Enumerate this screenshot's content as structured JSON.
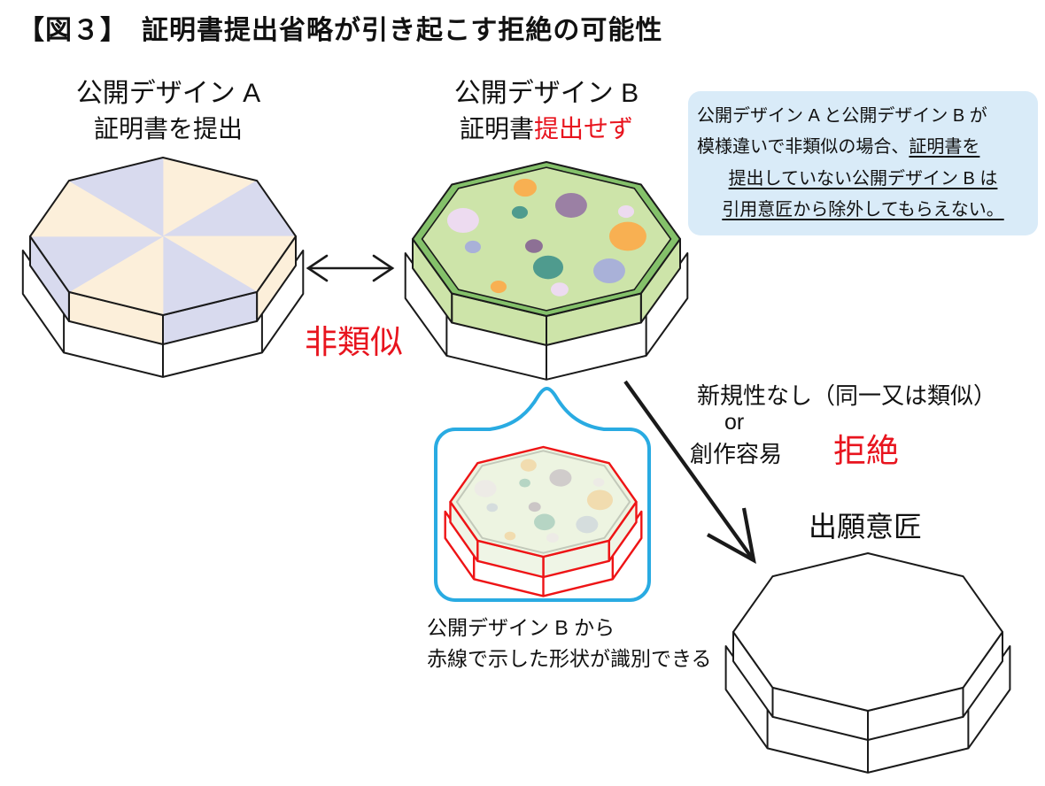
{
  "title": "【図３】　証明書提出省略が引き起こす拒絶の可能性",
  "design_a": {
    "name": "公開デザイン A",
    "note": "証明書を提出"
  },
  "design_b": {
    "name": "公開デザイン B",
    "note_black": "証明書",
    "note_red": "提出せず"
  },
  "relation_label": "非類似",
  "info_box": {
    "line1": "公開デザイン A と公開デザイン B が",
    "line2_plain": "模様違いで非類似の場合、",
    "line2_underline": "証明書を",
    "line3_underline": "提出していない公開デザイン B は",
    "line4_underline": "引用意匠から除外してもらえない。"
  },
  "rejection": {
    "line1": "新規性なし（同一又は類似）",
    "line2": "or",
    "line3": "創作容易",
    "verdict": "拒絶"
  },
  "application_label": "出願意匠",
  "callout_caption": {
    "line1": "公開デザイン B から",
    "line2": "赤線で示した形状が識別できる"
  },
  "colors": {
    "outline": "#1a1a1a",
    "red": "#e8141e",
    "red_line": "#ee1416",
    "blue": "#29abe2",
    "info_bg": "#d9ebf8",
    "white": "#ffffff",
    "cream": "#fcefda",
    "lavender": "#d8daee",
    "green_rim": "#84c16a",
    "green_light": "#cde4a9",
    "pale_face": "#edf4e1",
    "pale_band": "#eff5e6",
    "gray_rim": "#c3c9ba",
    "dot_orange": "#f8b052",
    "dot_mauve": "#9b80a4",
    "dot_mauve_dark": "#8d7095",
    "dot_teal": "#4f9b8e",
    "dot_pink": "#eddbf0",
    "dot_periwinkle": "#a9b1d8"
  },
  "pattern_b_dots": [
    {
      "dx": -0.159,
      "dy": -0.667,
      "r": 0.086,
      "color": "dot_orange"
    },
    {
      "dx": 0.185,
      "dy": -0.437,
      "r": 0.119,
      "color": "dot_mauve"
    },
    {
      "dx": -0.199,
      "dy": -0.345,
      "r": 0.06,
      "color": "dot_teal"
    },
    {
      "dx": -0.623,
      "dy": -0.241,
      "r": 0.119,
      "color": "dot_pink"
    },
    {
      "dx": 0.596,
      "dy": -0.356,
      "r": 0.06,
      "color": "dot_pink"
    },
    {
      "dx": 0.609,
      "dy": -0.034,
      "r": 0.139,
      "color": "dot_orange"
    },
    {
      "dx": -0.55,
      "dy": 0.103,
      "r": 0.06,
      "color": "dot_periwinkle"
    },
    {
      "dx": -0.093,
      "dy": 0.092,
      "r": 0.066,
      "color": "dot_mauve_dark"
    },
    {
      "dx": 0.013,
      "dy": 0.368,
      "r": 0.113,
      "color": "dot_teal"
    },
    {
      "dx": 0.47,
      "dy": 0.414,
      "r": 0.119,
      "color": "dot_periwinkle"
    },
    {
      "dx": -0.358,
      "dy": 0.621,
      "r": 0.06,
      "color": "dot_orange"
    },
    {
      "dx": 0.099,
      "dy": 0.655,
      "r": 0.066,
      "color": "dot_pink"
    }
  ]
}
